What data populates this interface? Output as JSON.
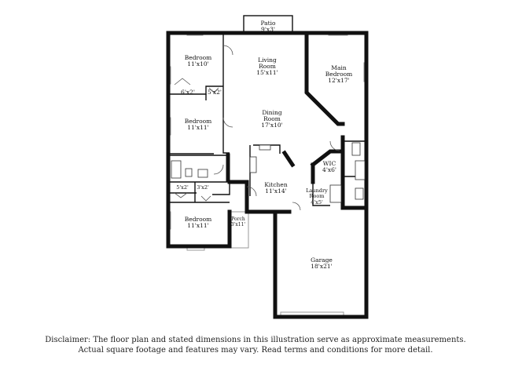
{
  "rooms": [
    {
      "id": "patio",
      "name": "Patio",
      "dim": "9'x3'"
    },
    {
      "id": "living",
      "name": "Living Room",
      "name_lines": [
        "Living",
        "Room"
      ],
      "dim": "15'x11'"
    },
    {
      "id": "bed1",
      "name": "Bedroom",
      "dim": "11'x10'"
    },
    {
      "id": "closet1",
      "name": "",
      "dim": "6'x2'"
    },
    {
      "id": "closet2",
      "name": "",
      "dim": "5'x2'"
    },
    {
      "id": "bed2",
      "name": "Bedroom",
      "dim": "11'x11'"
    },
    {
      "id": "main",
      "name": "Main Bedroom",
      "name_lines": [
        "Main",
        "Bedroom"
      ],
      "dim": "12'x17'"
    },
    {
      "id": "dining",
      "name": "Dining Room",
      "name_lines": [
        "Dining",
        "Room"
      ],
      "dim": "17'x10'"
    },
    {
      "id": "wic",
      "name": "WIC",
      "dim": "4'x6'"
    },
    {
      "id": "kitchen",
      "name": "Kitchen",
      "dim": "11'x14'"
    },
    {
      "id": "laundry",
      "name": "Laundry Room",
      "name_lines": [
        "Laundry",
        "Room"
      ],
      "dim": "4'x5'"
    },
    {
      "id": "closet3",
      "name": "",
      "dim": "5'x2'"
    },
    {
      "id": "closet4",
      "name": "",
      "dim": "3'x2'"
    },
    {
      "id": "bed3",
      "name": "Bedroom",
      "dim": "11'x11'"
    },
    {
      "id": "porch",
      "name": "Porch",
      "dim": "3'x11'"
    },
    {
      "id": "garage",
      "name": "Garage",
      "dim": "18'x21'"
    }
  ],
  "disclaimer": {
    "line1": "Disclaimer: The floor plan and stated dimensions in this illustration serve as approximate measurements.",
    "line2": "Actual square footage and features may vary. Read terms and conditions for more detail."
  }
}
